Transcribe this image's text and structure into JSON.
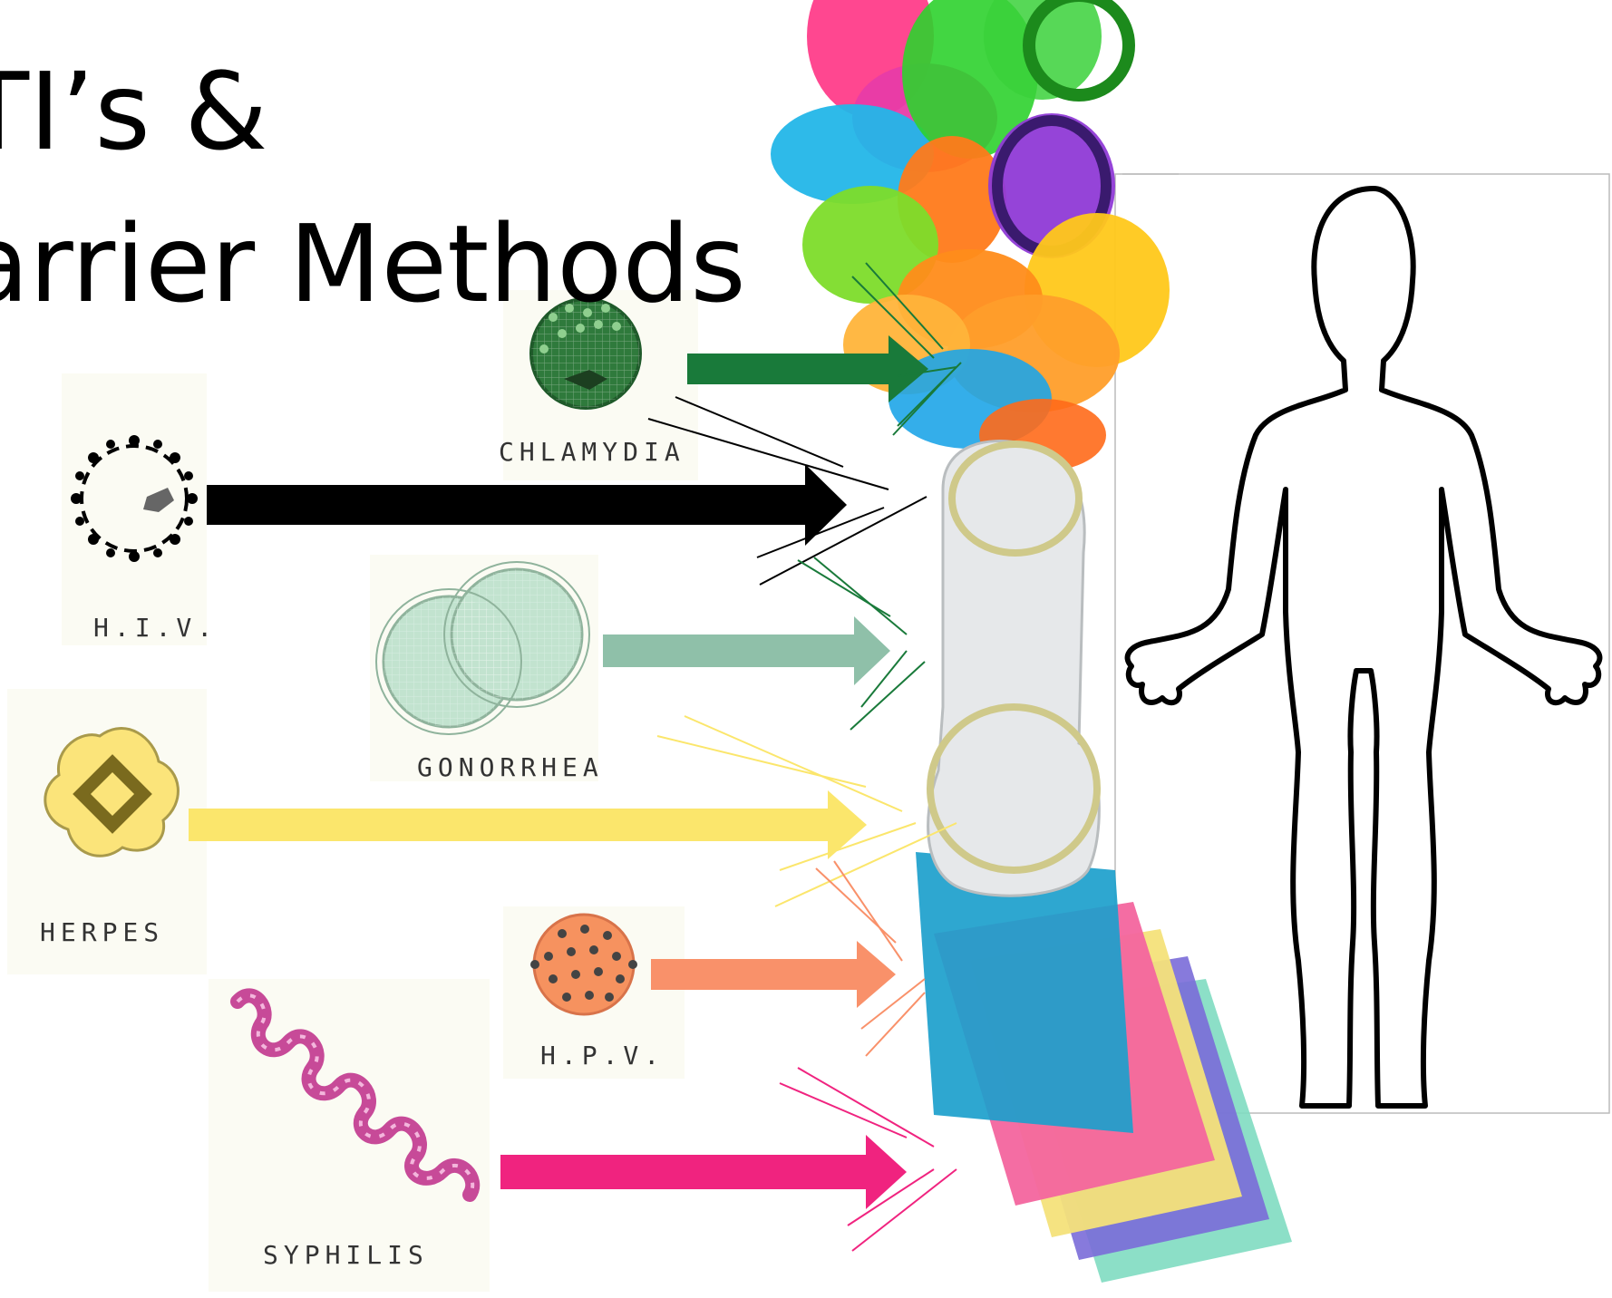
{
  "slide": {
    "title_line1": "TI’s &",
    "title_line2": "arrier Methods"
  },
  "infections": {
    "chlamydia": {
      "label": "CHLAMYDIA",
      "color": "#197a3a"
    },
    "hiv": {
      "label": "H.I.V.",
      "color": "#000000"
    },
    "gonorrhea": {
      "label": "GONORRHEA",
      "color": "#8fc0a9"
    },
    "herpes": {
      "label": "HERPES",
      "color": "#fbe66c"
    },
    "hpv": {
      "label": "H.P.V.",
      "color": "#f9916a"
    },
    "syphilis": {
      "label": "SYPHILIS",
      "color": "#f0237f"
    }
  },
  "barriers": {
    "male_condoms": "condom-pile-image",
    "female_condom": "female-condom-image",
    "dental_dams": "dental-dam-stack-image"
  },
  "target": "human-body-outline"
}
